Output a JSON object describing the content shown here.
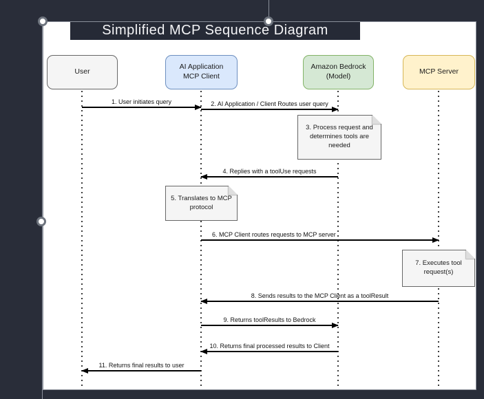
{
  "app": {
    "background_color": "#292d39",
    "page_color": "#ffffff"
  },
  "diagram": {
    "title": "Simplified MCP Sequence Diagram",
    "title_bar_color": "#262a36",
    "actors": [
      {
        "id": "user",
        "label": "User",
        "fill": "#f5f5f5",
        "stroke": "#666666"
      },
      {
        "id": "ai-application",
        "label": "AI Application\nMCP Client",
        "fill": "#dae8fc",
        "stroke": "#6c8ebf"
      },
      {
        "id": "amazon-bedrock",
        "label": "Amazon Bedrock\n(Model)",
        "fill": "#d5e8d4",
        "stroke": "#82b366"
      },
      {
        "id": "mcp-server",
        "label": "MCP Server",
        "fill": "#fff2cc",
        "stroke": "#d6b656"
      }
    ],
    "messages": [
      {
        "label": "1. User initiates query",
        "from": "user",
        "to": "ai-application",
        "direction": "right"
      },
      {
        "label": "2. AI Application / Client Routes user query",
        "from": "ai-application",
        "to": "amazon-bedrock",
        "direction": "right"
      },
      {
        "label": "4. Replies with a toolUse requests",
        "from": "amazon-bedrock",
        "to": "ai-application",
        "direction": "left"
      },
      {
        "label": "6. MCP Client routes requests to MCP server",
        "from": "ai-application",
        "to": "mcp-server",
        "direction": "right"
      },
      {
        "label": "8. Sends results to the MCP Client as a toolResult",
        "from": "mcp-server",
        "to": "ai-application",
        "direction": "left"
      },
      {
        "label": "9. Returns toolResults to Bedrock",
        "from": "ai-application",
        "to": "amazon-bedrock",
        "direction": "right"
      },
      {
        "label": "10. Returns final processed results to Client",
        "from": "amazon-bedrock",
        "to": "ai-application",
        "direction": "left"
      },
      {
        "label": "11. Returns final results to user",
        "from": "ai-application",
        "to": "user",
        "direction": "left"
      }
    ],
    "notes": [
      {
        "text": "3. Process request and\ndetermines tools are\nneeded",
        "over": "amazon-bedrock"
      },
      {
        "text": "5. Translates to MCP\nprotocol",
        "over": "ai-application"
      },
      {
        "text": "7. Executes tool\nrequest(s)",
        "over": "mcp-server"
      }
    ]
  }
}
